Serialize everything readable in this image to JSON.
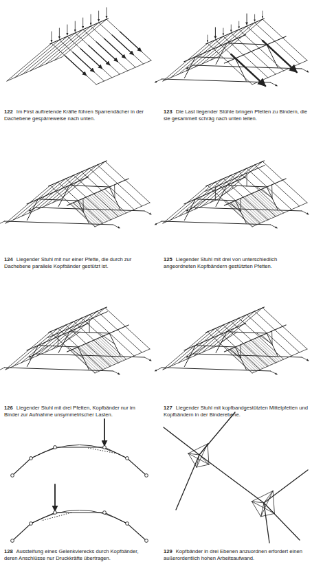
{
  "diagram": {
    "labels": [
      "122",
      "Im First auftretende Kräfte führen Sparrendächer in der Dachebene gespärreweise nach unten.",
      "123",
      "Die Last liegender Stühle bringen Pfetten zu Bindern, die sie gesammelt schräg nach unten leiten.",
      "124",
      "Liegender Stuhl mit nur einer Pfette, die durch zur Dachebene parallele Kopfbänder gestützt ist.",
      "125",
      "Liegender Stuhl mit drei von unterschiedlich angeordneten Kopfbändern gestützten Pfetten.",
      "126",
      "Liegender Stuhl mit drei Pfetten, Kopfbänder nur im Binder zur Aufnahme unsymmetrischer Lasten.",
      "127",
      "Liegender Stuhl mit kopfbandgestützten Mittelpfetten und Kopfbändern in der Binderebene.",
      "128",
      "Aussteifung eines Gelenkvierecks durch Kopfbänder, deren Anschlüsse nur Druckkräfte übertragen.",
      "129",
      "Kopfbänder in drei Ebenen anzuordnen erfordert einen außerordentlich hohen Arbeitsaufwand."
    ]
  }
}
